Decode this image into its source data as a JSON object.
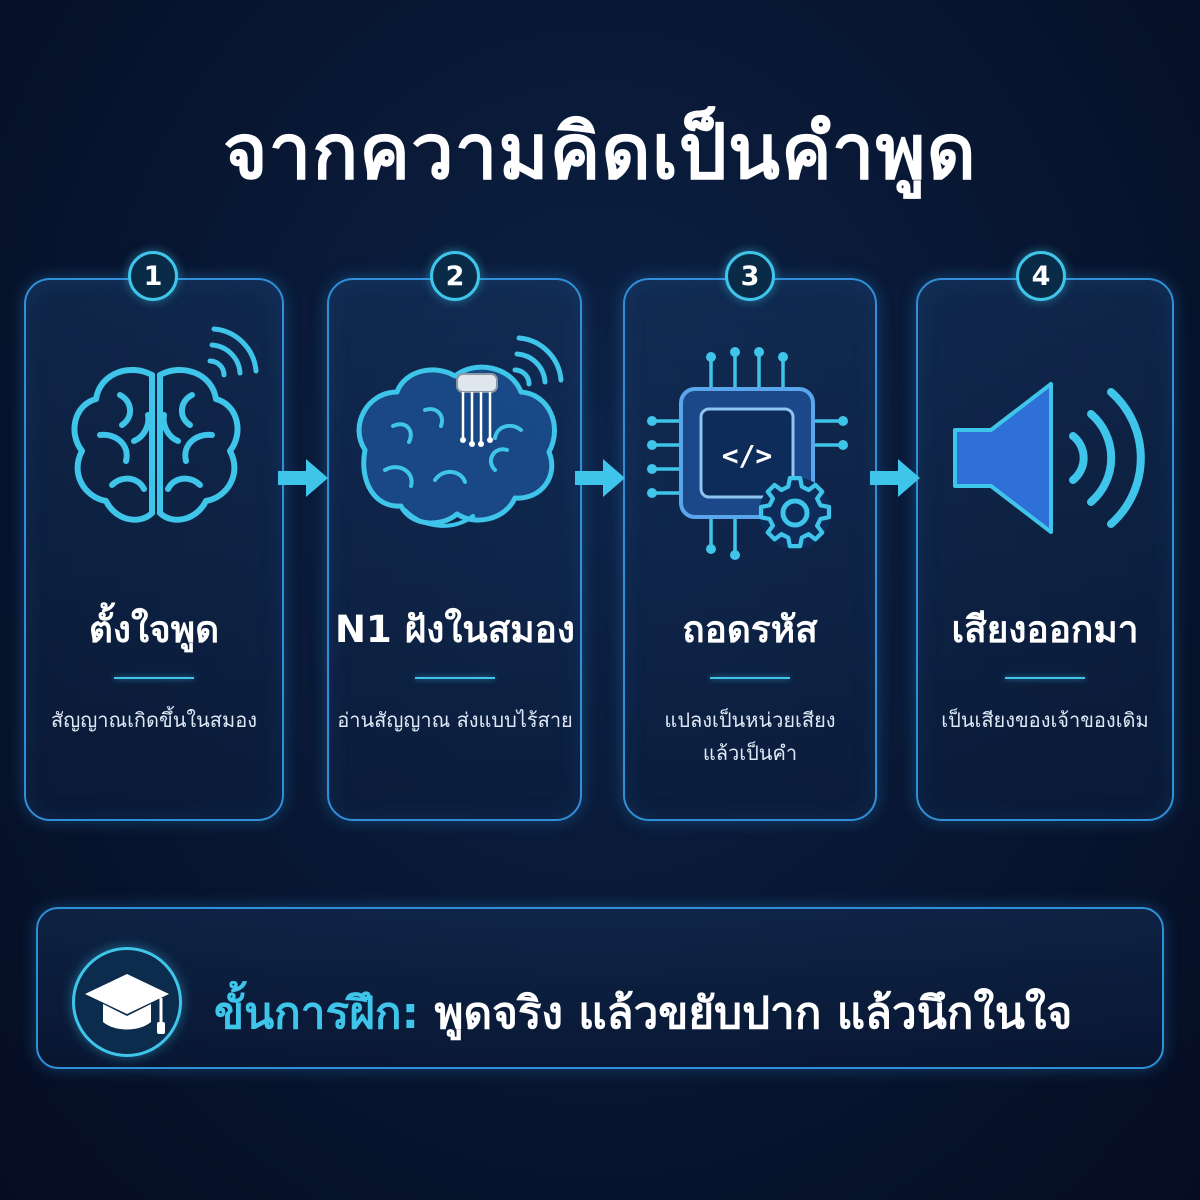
{
  "title": "จากความคิดเป็นคำพูด",
  "steps": [
    {
      "number": "1",
      "title": "ตั้งใจพูด",
      "description": "สัญญาณเกิดขึ้นในสมอง",
      "icon": "brain-signal-icon"
    },
    {
      "number": "2",
      "title": "N1 ฝังในสมอง",
      "description": "อ่านสัญญาณ ส่งแบบไร้สาย",
      "icon": "brain-implant-icon"
    },
    {
      "number": "3",
      "title": "ถอดรหัส",
      "description": "แปลงเป็นหน่วยเสียง\nแล้วเป็นคำ",
      "icon": "chip-gear-icon"
    },
    {
      "number": "4",
      "title": "เสียงออกมา",
      "description": "เป็นเสียงของเจ้าของเดิม",
      "icon": "speaker-icon"
    }
  ],
  "banner": {
    "label": "ขั้นการฝึก:",
    "text": "พูดจริง แล้วขยับปาก แล้วนึกในใจ",
    "icon": "graduation-cap-icon"
  },
  "colors": {
    "accent": "#3fc4ea",
    "border": "#2f8fd8",
    "background": "#081631"
  }
}
